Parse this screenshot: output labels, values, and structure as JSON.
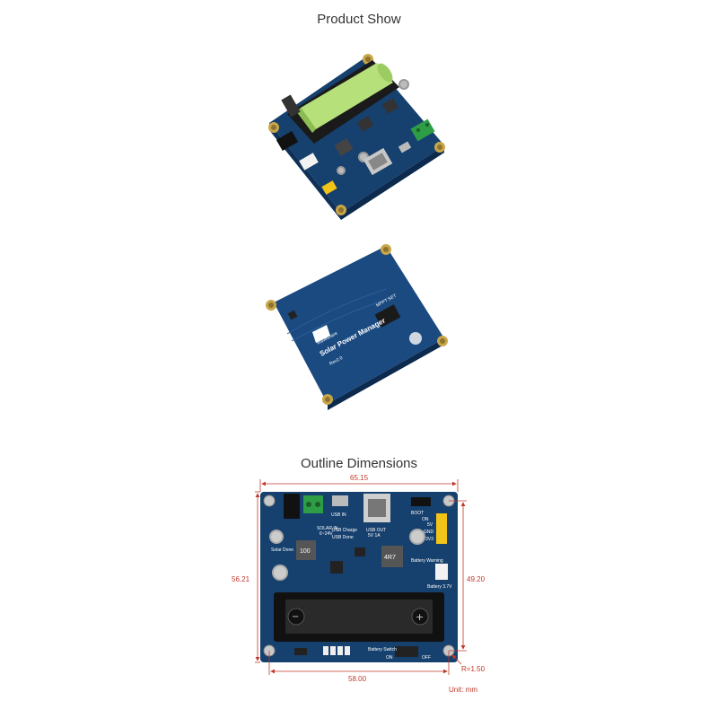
{
  "sections": {
    "product_show": "Product Show",
    "outline_dimensions": "Outline Dimensions"
  },
  "board_back": {
    "brand": "Waveshare",
    "product": "Solar Power Manager",
    "rev": "Rev2.0",
    "mppt_label": "MPPT SET"
  },
  "board_front_labels": {
    "solar_in": "SOLAR IN",
    "solar_voltage": "6~24V",
    "usb_in": "USB IN",
    "usb_out": "USB OUT",
    "usb_out_rating": "5V 1A",
    "usb_charge": "USB Charge",
    "usb_done": "USB Done",
    "solar_done": "Solar Done",
    "boot": "BOOT",
    "on": "ON",
    "v5": "5V",
    "gnd": "GND",
    "v33": "3V3",
    "battery_warning": "Battery Warning",
    "battery_37v": "Battery 3.7V",
    "battery_switch": "Battery Switch",
    "sw_on": "ON",
    "sw_off": "OFF",
    "inductor_100": "100",
    "inductor_4r7": "4R7"
  },
  "dimensions": {
    "width_top": "65.15",
    "height_left": "56.21",
    "height_right": "49.20",
    "width_bottom": "58.00",
    "radius": "R=1.50",
    "unit": "Unit: mm"
  },
  "colors": {
    "pcb_blue": "#16406e",
    "battery_green": "#b6e07a",
    "dimension_red": "#c0392b",
    "terminal_green": "#2e9e46",
    "header_yellow": "#f2c418"
  }
}
